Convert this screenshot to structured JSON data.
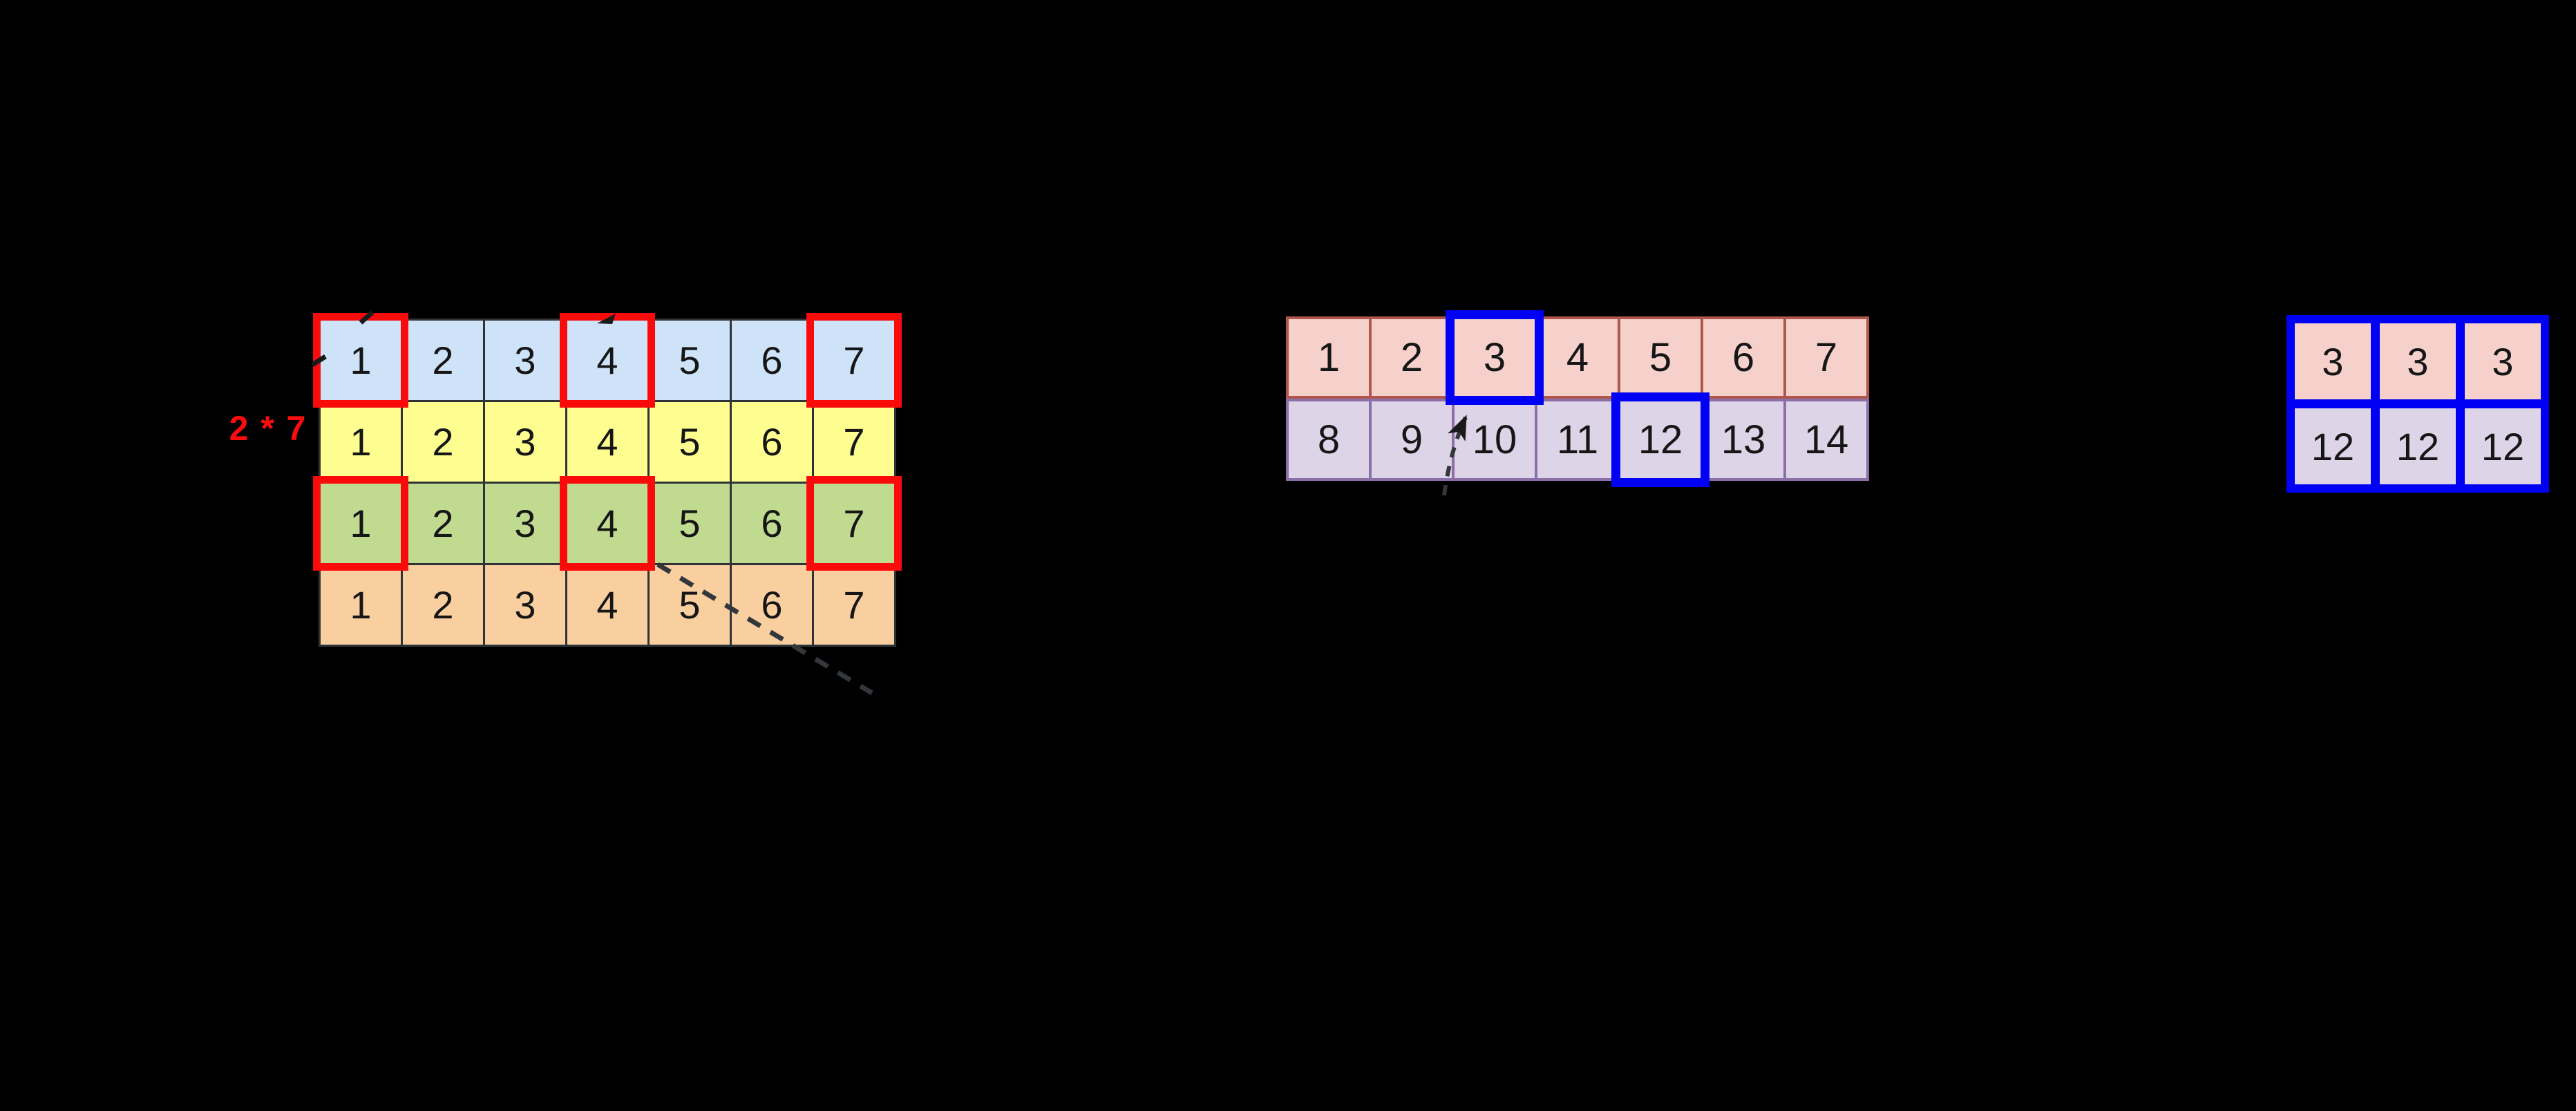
{
  "figure": {
    "background": "#000000",
    "left_grid": {
      "label": "2 * 7",
      "label_color": "#fb0d0d",
      "grid_line_color": "#2f3237",
      "highlight_color": "#f90b0b",
      "rows": [
        {
          "name": "row-blue",
          "color": "#cee2f8",
          "values": [
            "1",
            "2",
            "3",
            "4",
            "5",
            "6",
            "7"
          ]
        },
        {
          "name": "row-yellow",
          "color": "#fdfd90",
          "values": [
            "1",
            "2",
            "3",
            "4",
            "5",
            "6",
            "7"
          ]
        },
        {
          "name": "row-green",
          "color": "#c0db8f",
          "values": [
            "1",
            "2",
            "3",
            "4",
            "5",
            "6",
            "7"
          ]
        },
        {
          "name": "row-orange",
          "color": "#facfa0",
          "values": [
            "1",
            "2",
            "3",
            "4",
            "5",
            "6",
            "7"
          ]
        }
      ],
      "highlighted_cells": [
        "row1-col1",
        "row1-col4",
        "row1-col7",
        "row3-col1",
        "row3-col4",
        "row3-col7"
      ]
    },
    "middle_grid": {
      "highlight_color": "#0000f5",
      "rows": [
        {
          "name": "row-pink",
          "color": "#f6d1cb",
          "border_color": "#b0564e",
          "values": [
            "1",
            "2",
            "3",
            "4",
            "5",
            "6",
            "7"
          ]
        },
        {
          "name": "row-lavender",
          "color": "#ddd4e8",
          "border_color": "#8c6fa7",
          "values": [
            "8",
            "9",
            "10",
            "11",
            "12",
            "13",
            "14"
          ]
        }
      ],
      "highlighted_cells": [
        "value-3",
        "value-12"
      ]
    },
    "right_grid": {
      "grid_color": "#0000f5",
      "rows": [
        {
          "name": "row-pink",
          "color": "#f6d1cb",
          "values": [
            "3",
            "3",
            "3"
          ]
        },
        {
          "name": "row-lavender",
          "color": "#ddd4e8",
          "values": [
            "12",
            "12",
            "12"
          ]
        }
      ]
    },
    "annotations": {
      "dash_color": "#33363b",
      "tick_color": "#1a1a1a"
    }
  }
}
